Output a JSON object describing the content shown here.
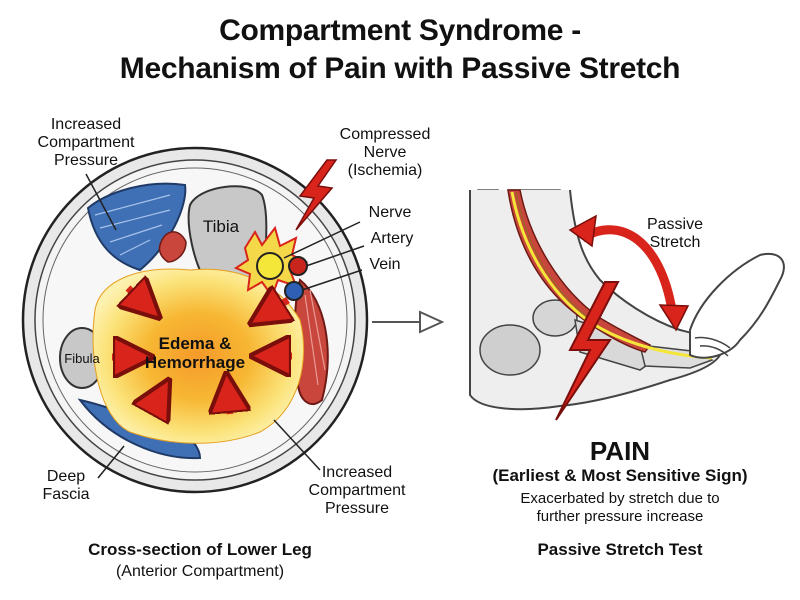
{
  "title": {
    "line1": "Compartment Syndrome -",
    "line2": "Mechanism of Pain with Passive Stretch"
  },
  "left_panel": {
    "labels": {
      "increased_pressure_top": [
        "Increased",
        "Compartment",
        "Pressure"
      ],
      "compressed_nerve": [
        "Compressed",
        "Nerve",
        "(Ischemia)"
      ],
      "nerve": "Nerve",
      "artery": "Artery",
      "vein": "Vein",
      "tibia": "Tibia",
      "fibula": "Fibula",
      "edema": [
        "Edema &",
        "Hemorrhage"
      ],
      "deep_fascia": [
        "Deep",
        "Fascia"
      ],
      "increased_pressure_bottom": [
        "Increased",
        "Compartment",
        "Pressure"
      ]
    },
    "caption_bold": "Cross-section of Lower Leg",
    "caption": "(Anterior Compartment)"
  },
  "right_panel": {
    "passive_stretch": [
      "Passive",
      "Stretch"
    ],
    "pain": "PAIN",
    "pain_sub": "(Earliest & Most Sensitive Sign)",
    "pain_note": [
      "Exacerbated by stretch due to",
      "further pressure increase"
    ],
    "caption_bold": "Passive Stretch Test"
  },
  "colors": {
    "arrow_red": "#d9241c",
    "muscle_red": "#c9463d",
    "muscle_blue": "#3f6fb5",
    "edema_core": "#f7b733",
    "edema_outer": "#fbe37a",
    "bone_gray": "#c8c8c8",
    "nerve_yellow": "#f5e63a"
  }
}
